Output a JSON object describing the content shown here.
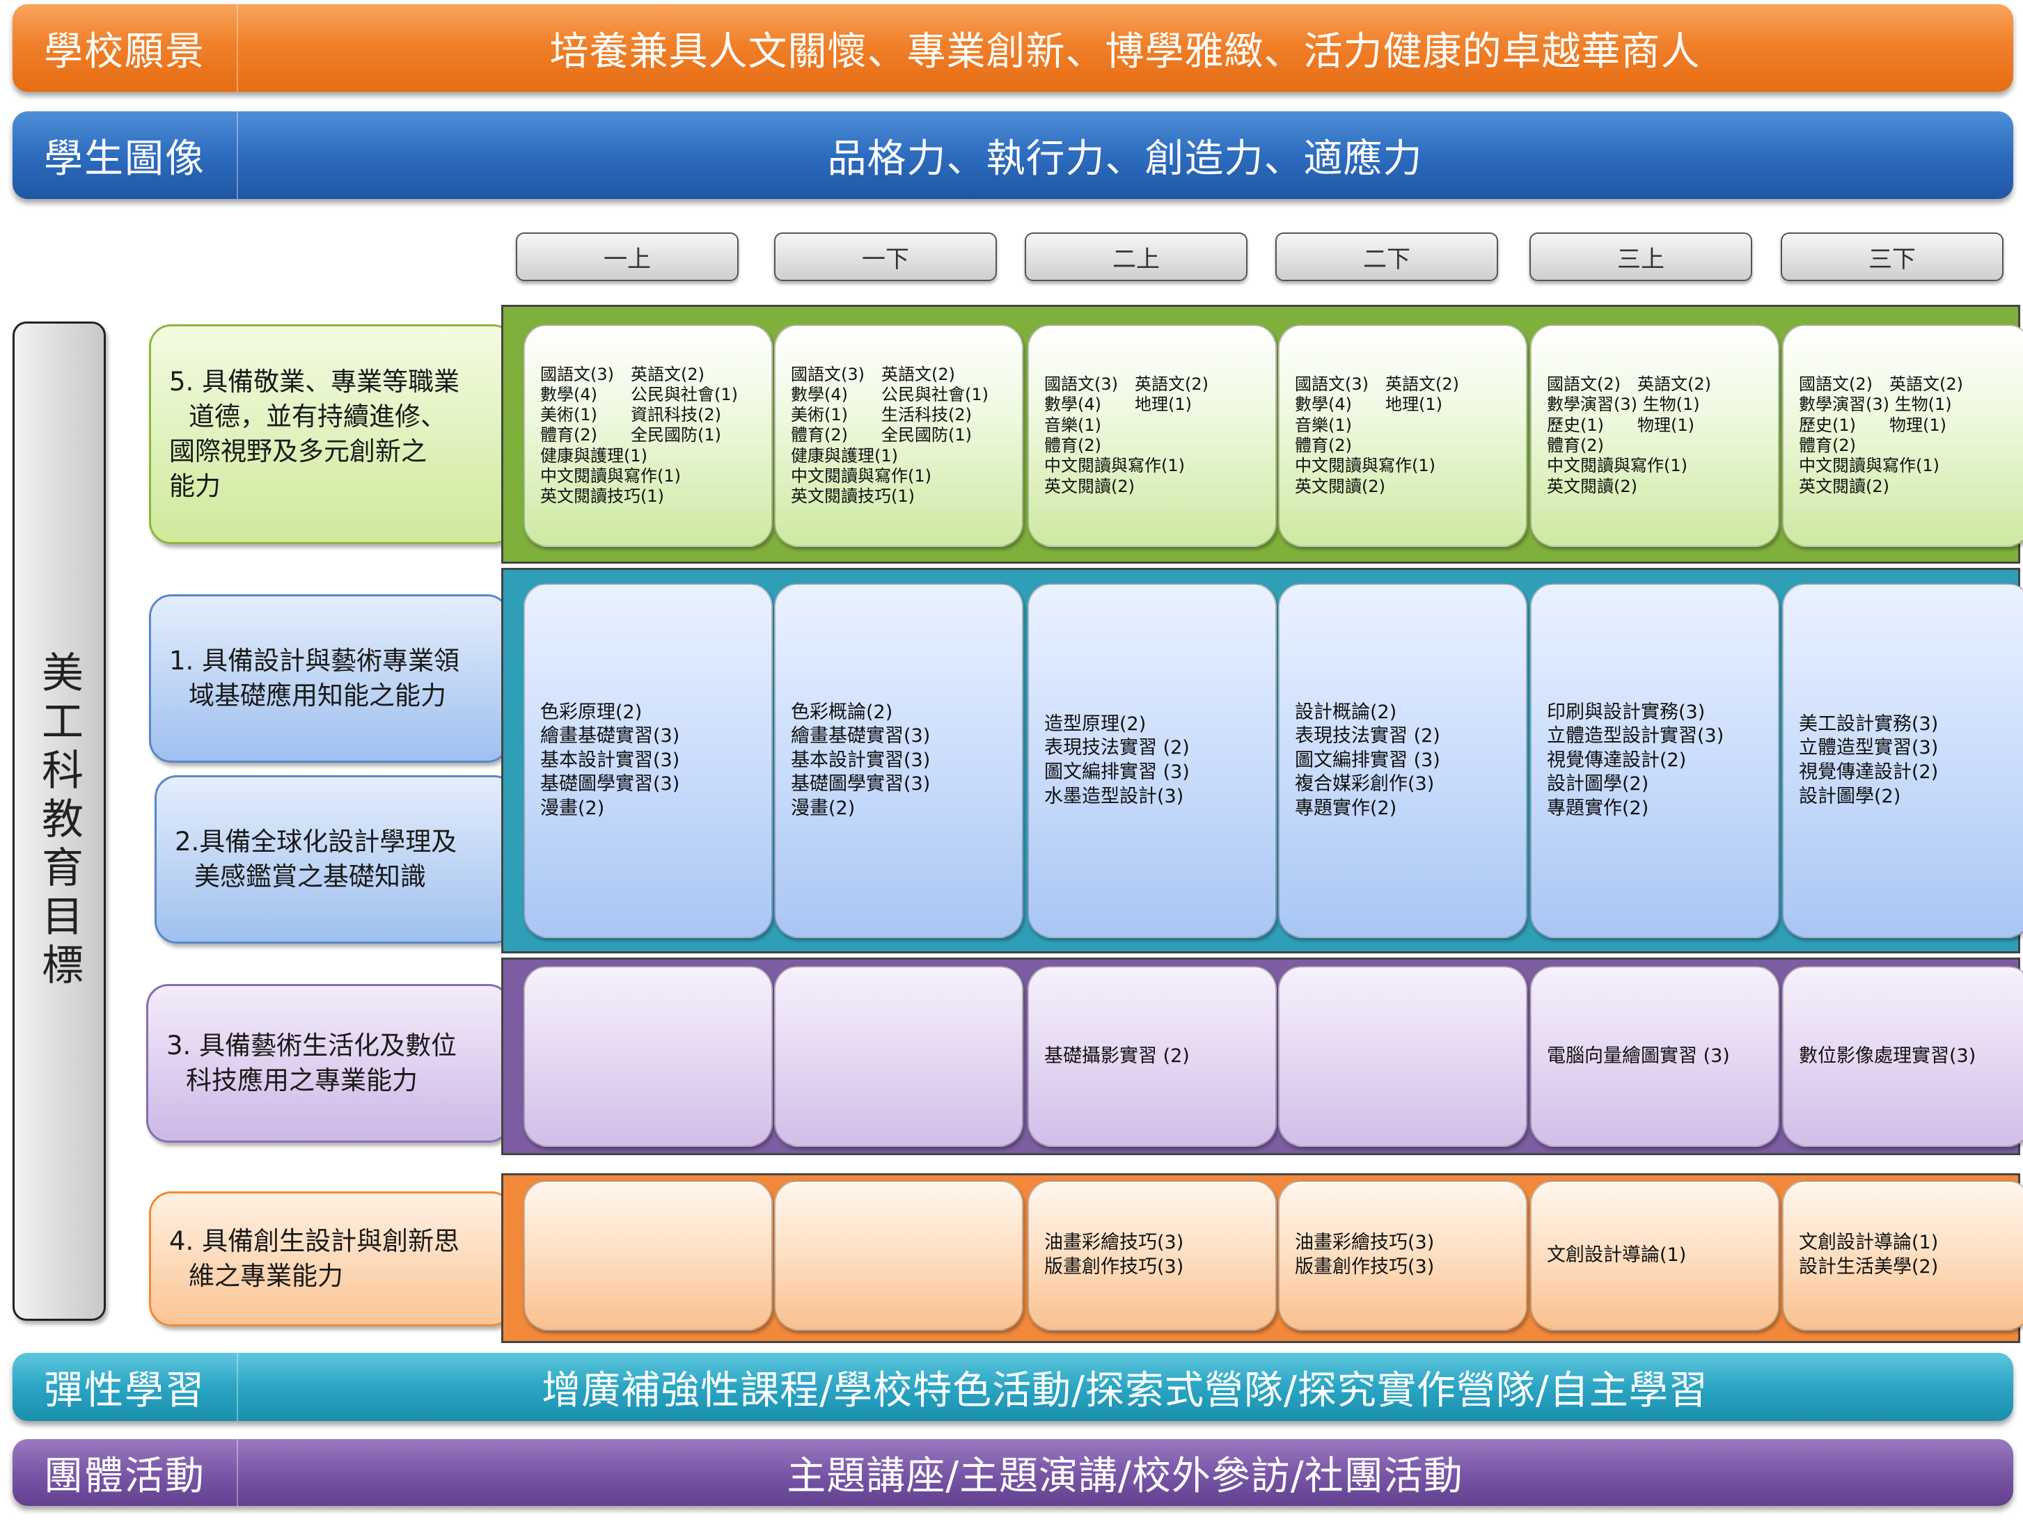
{
  "vision": {
    "label": "學校願景",
    "text": "培養兼具人文關懷、專業創新、博學雅緻、活力健康的卓越華商人"
  },
  "portrait": {
    "label": "學生圖像",
    "text": "品格力、執行力、創造力、適應力"
  },
  "semesters": [
    "一上",
    "一下",
    "二上",
    "二下",
    "三上",
    "三下"
  ],
  "department_goal": "美工科教育目標",
  "objectives": {
    "o5": [
      "5. 具備敬業、專業等職業",
      "道德，並有持續進修、",
      "國際視野及多元創新之",
      "能力"
    ],
    "o1": [
      "1. 具備設計與藝術專業領",
      "域基礎應用知能之能力"
    ],
    "o2": [
      "2.具備全球化設計學理及",
      "美感鑑賞之基礎知識"
    ],
    "o3": [
      "3. 具備藝術生活化及數位",
      "科技應用之專業能力"
    ],
    "o4": [
      "4. 具備創生設計與創新思",
      "維之專業能力"
    ]
  },
  "courses": {
    "general": [
      [
        "國語文(3)　英語文(2)",
        "數學(4)　　公民與社會(1)",
        "美術(1)　　資訊科技(2)",
        "體育(2)　　全民國防(1)",
        "健康與護理(1)",
        "中文閱讀與寫作(1)",
        "英文閱讀技巧(1)"
      ],
      [
        "國語文(3)　英語文(2)",
        "數學(4)　　公民與社會(1)",
        "美術(1)　　生活科技(2)",
        "體育(2)　　全民國防(1)",
        "健康與護理(1)",
        "中文閱讀與寫作(1)",
        "英文閱讀技巧(1)"
      ],
      [
        "國語文(3)　英語文(2)",
        "數學(4)　　地理(1)",
        "音樂(1)",
        "體育(2)",
        "中文閱讀與寫作(1)",
        "英文閱讀(2)"
      ],
      [
        "國語文(3)　英語文(2)",
        "數學(4)　　地理(1)",
        "音樂(1)",
        "體育(2)",
        "中文閱讀與寫作(1)",
        "英文閱讀(2)"
      ],
      [
        "國語文(2)　英語文(2)",
        "數學演習(3) 生物(1)",
        "歷史(1)　　物理(1)",
        "體育(2)",
        "中文閱讀與寫作(1)",
        "英文閱讀(2)"
      ],
      [
        "國語文(2)　英語文(2)",
        "數學演習(3) 生物(1)",
        "歷史(1)　　物理(1)",
        "體育(2)",
        "中文閱讀與寫作(1)",
        "英文閱讀(2)"
      ]
    ],
    "design": [
      [
        "色彩原理(2)",
        "繪畫基礎實習(3)",
        "基本設計實習(3)",
        "基礎圖學實習(3)",
        "漫畫(2)"
      ],
      [
        "色彩概論(2)",
        "繪畫基礎實習(3)",
        "基本設計實習(3)",
        "基礎圖學實習(3)",
        "漫畫(2)"
      ],
      [
        "造型原理(2)",
        "表現技法實習 (2)",
        "圖文編排實習 (3)",
        "水墨造型設計(3)"
      ],
      [
        "設計概論(2)",
        "表現技法實習 (2)",
        "圖文編排實習 (3)",
        "複合媒彩創作(3)",
        "專題實作(2)"
      ],
      [
        "印刷與設計實務(3)",
        "立體造型設計實習(3)",
        "視覺傳達設計(2)",
        "設計圖學(2)",
        "專題實作(2)"
      ],
      [
        "美工設計實務(3)",
        "立體造型實習(3)",
        "視覺傳達設計(2)",
        "設計圖學(2)"
      ]
    ],
    "digital": [
      [],
      [],
      [
        "基礎攝影實習 (2)"
      ],
      [],
      [
        "電腦向量繪圖實習 (3)"
      ],
      [
        "數位影像處理實習(3)"
      ]
    ],
    "creative": [
      [],
      [],
      [
        "油畫彩繪技巧(3)",
        "版畫創作技巧(3)"
      ],
      [
        "油畫彩繪技巧(3)",
        "版畫創作技巧(3)"
      ],
      [
        "文創設計導論(1)"
      ],
      [
        "文創設計導論(1)",
        "設計生活美學(2)"
      ]
    ]
  },
  "flexible": {
    "label": "彈性學習",
    "text": "增廣補強性課程/學校特色活動/探索式營隊/探究實作營隊/自主學習"
  },
  "group": {
    "label": "團體活動",
    "text": "主題講座/主題演講/校外參訪/社團活動"
  }
}
